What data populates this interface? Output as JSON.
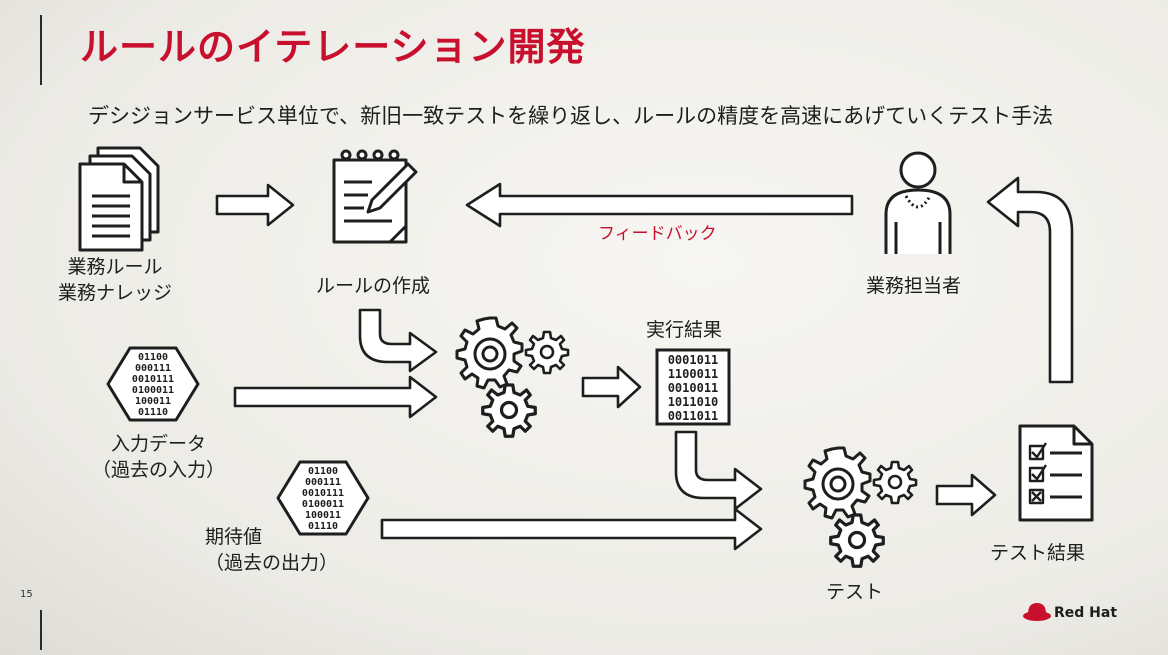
{
  "slide": {
    "title": "ルールのイテレーション開発",
    "subtitle": "デシジョンサービス単位で、新旧一致テストを繰り返し、ルールの精度を高速にあげていくテスト手法",
    "page_number": "15",
    "brand": "Red Hat"
  },
  "nodes": {
    "business_rules": {
      "line1": "業務ルール",
      "line2": "業務ナレッジ"
    },
    "rule_creation": {
      "label": "ルールの作成"
    },
    "business_owner": {
      "label": "業務担当者"
    },
    "input_data": {
      "line1": "入力データ",
      "line2": "（過去の入力）"
    },
    "expected_value": {
      "line1": "期待値",
      "line2": "（過去の出力）"
    },
    "execution_result": {
      "label": "実行結果"
    },
    "test": {
      "label": "テスト"
    },
    "test_result": {
      "label": "テスト結果"
    }
  },
  "edges": {
    "feedback": {
      "label": "フィードバック"
    }
  },
  "binary_text": {
    "hex1": [
      "01100",
      "000111",
      "0010111",
      "0100011",
      "100011",
      "01110"
    ],
    "grid": [
      "0001011",
      "1100011",
      "0010011",
      "1011010",
      "0011011"
    ],
    "hex2": [
      "01100",
      "000111",
      "0010111",
      "0100011",
      "100011",
      "01110"
    ]
  },
  "colors": {
    "accent": "#c8102e",
    "text": "#1e1e1e"
  }
}
